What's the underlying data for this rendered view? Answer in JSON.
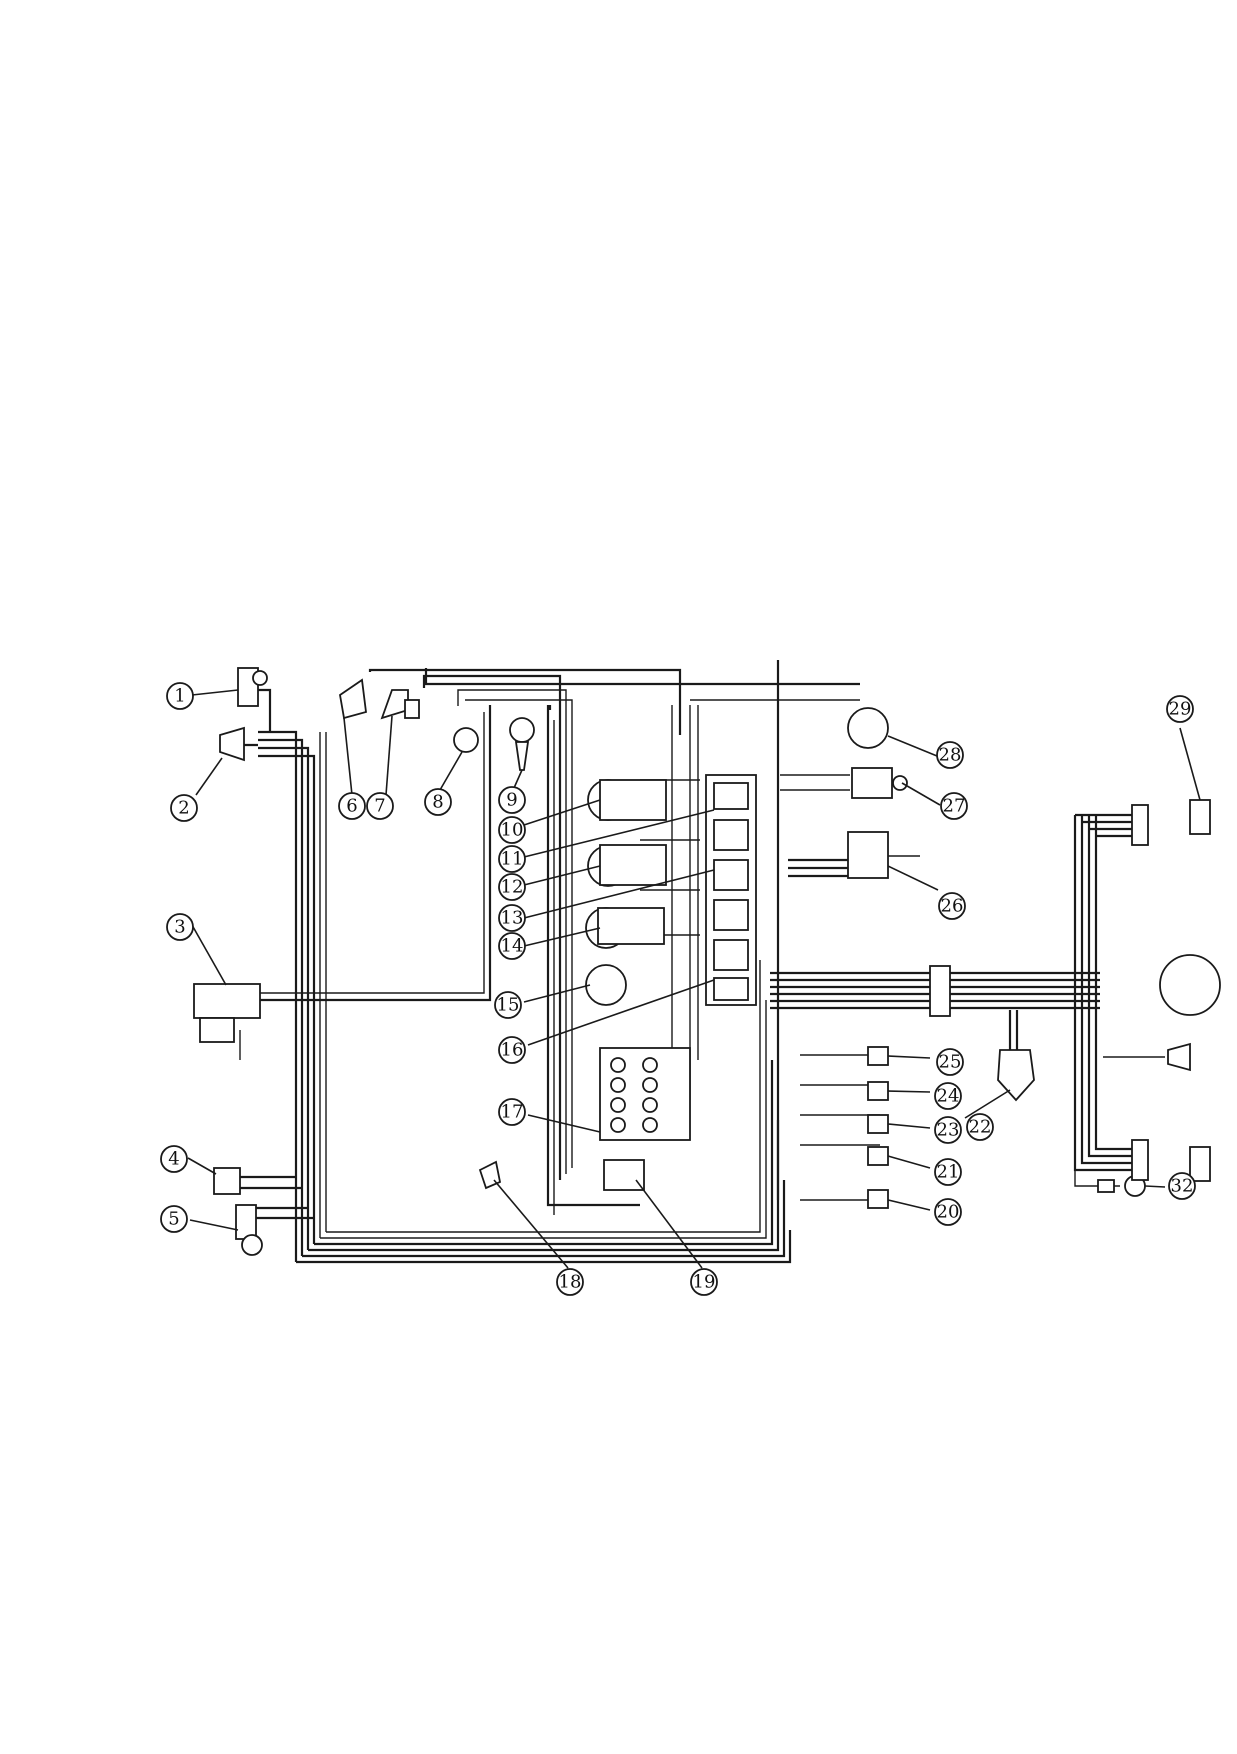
{
  "callouts": [
    "1",
    "2",
    "3",
    "4",
    "5",
    "6",
    "7",
    "8",
    "9",
    "10",
    "11",
    "12",
    "13",
    "14",
    "15",
    "16",
    "17",
    "18",
    "19",
    "20",
    "21",
    "22",
    "23",
    "24",
    "25",
    "26",
    "27",
    "28",
    "29",
    "32"
  ]
}
